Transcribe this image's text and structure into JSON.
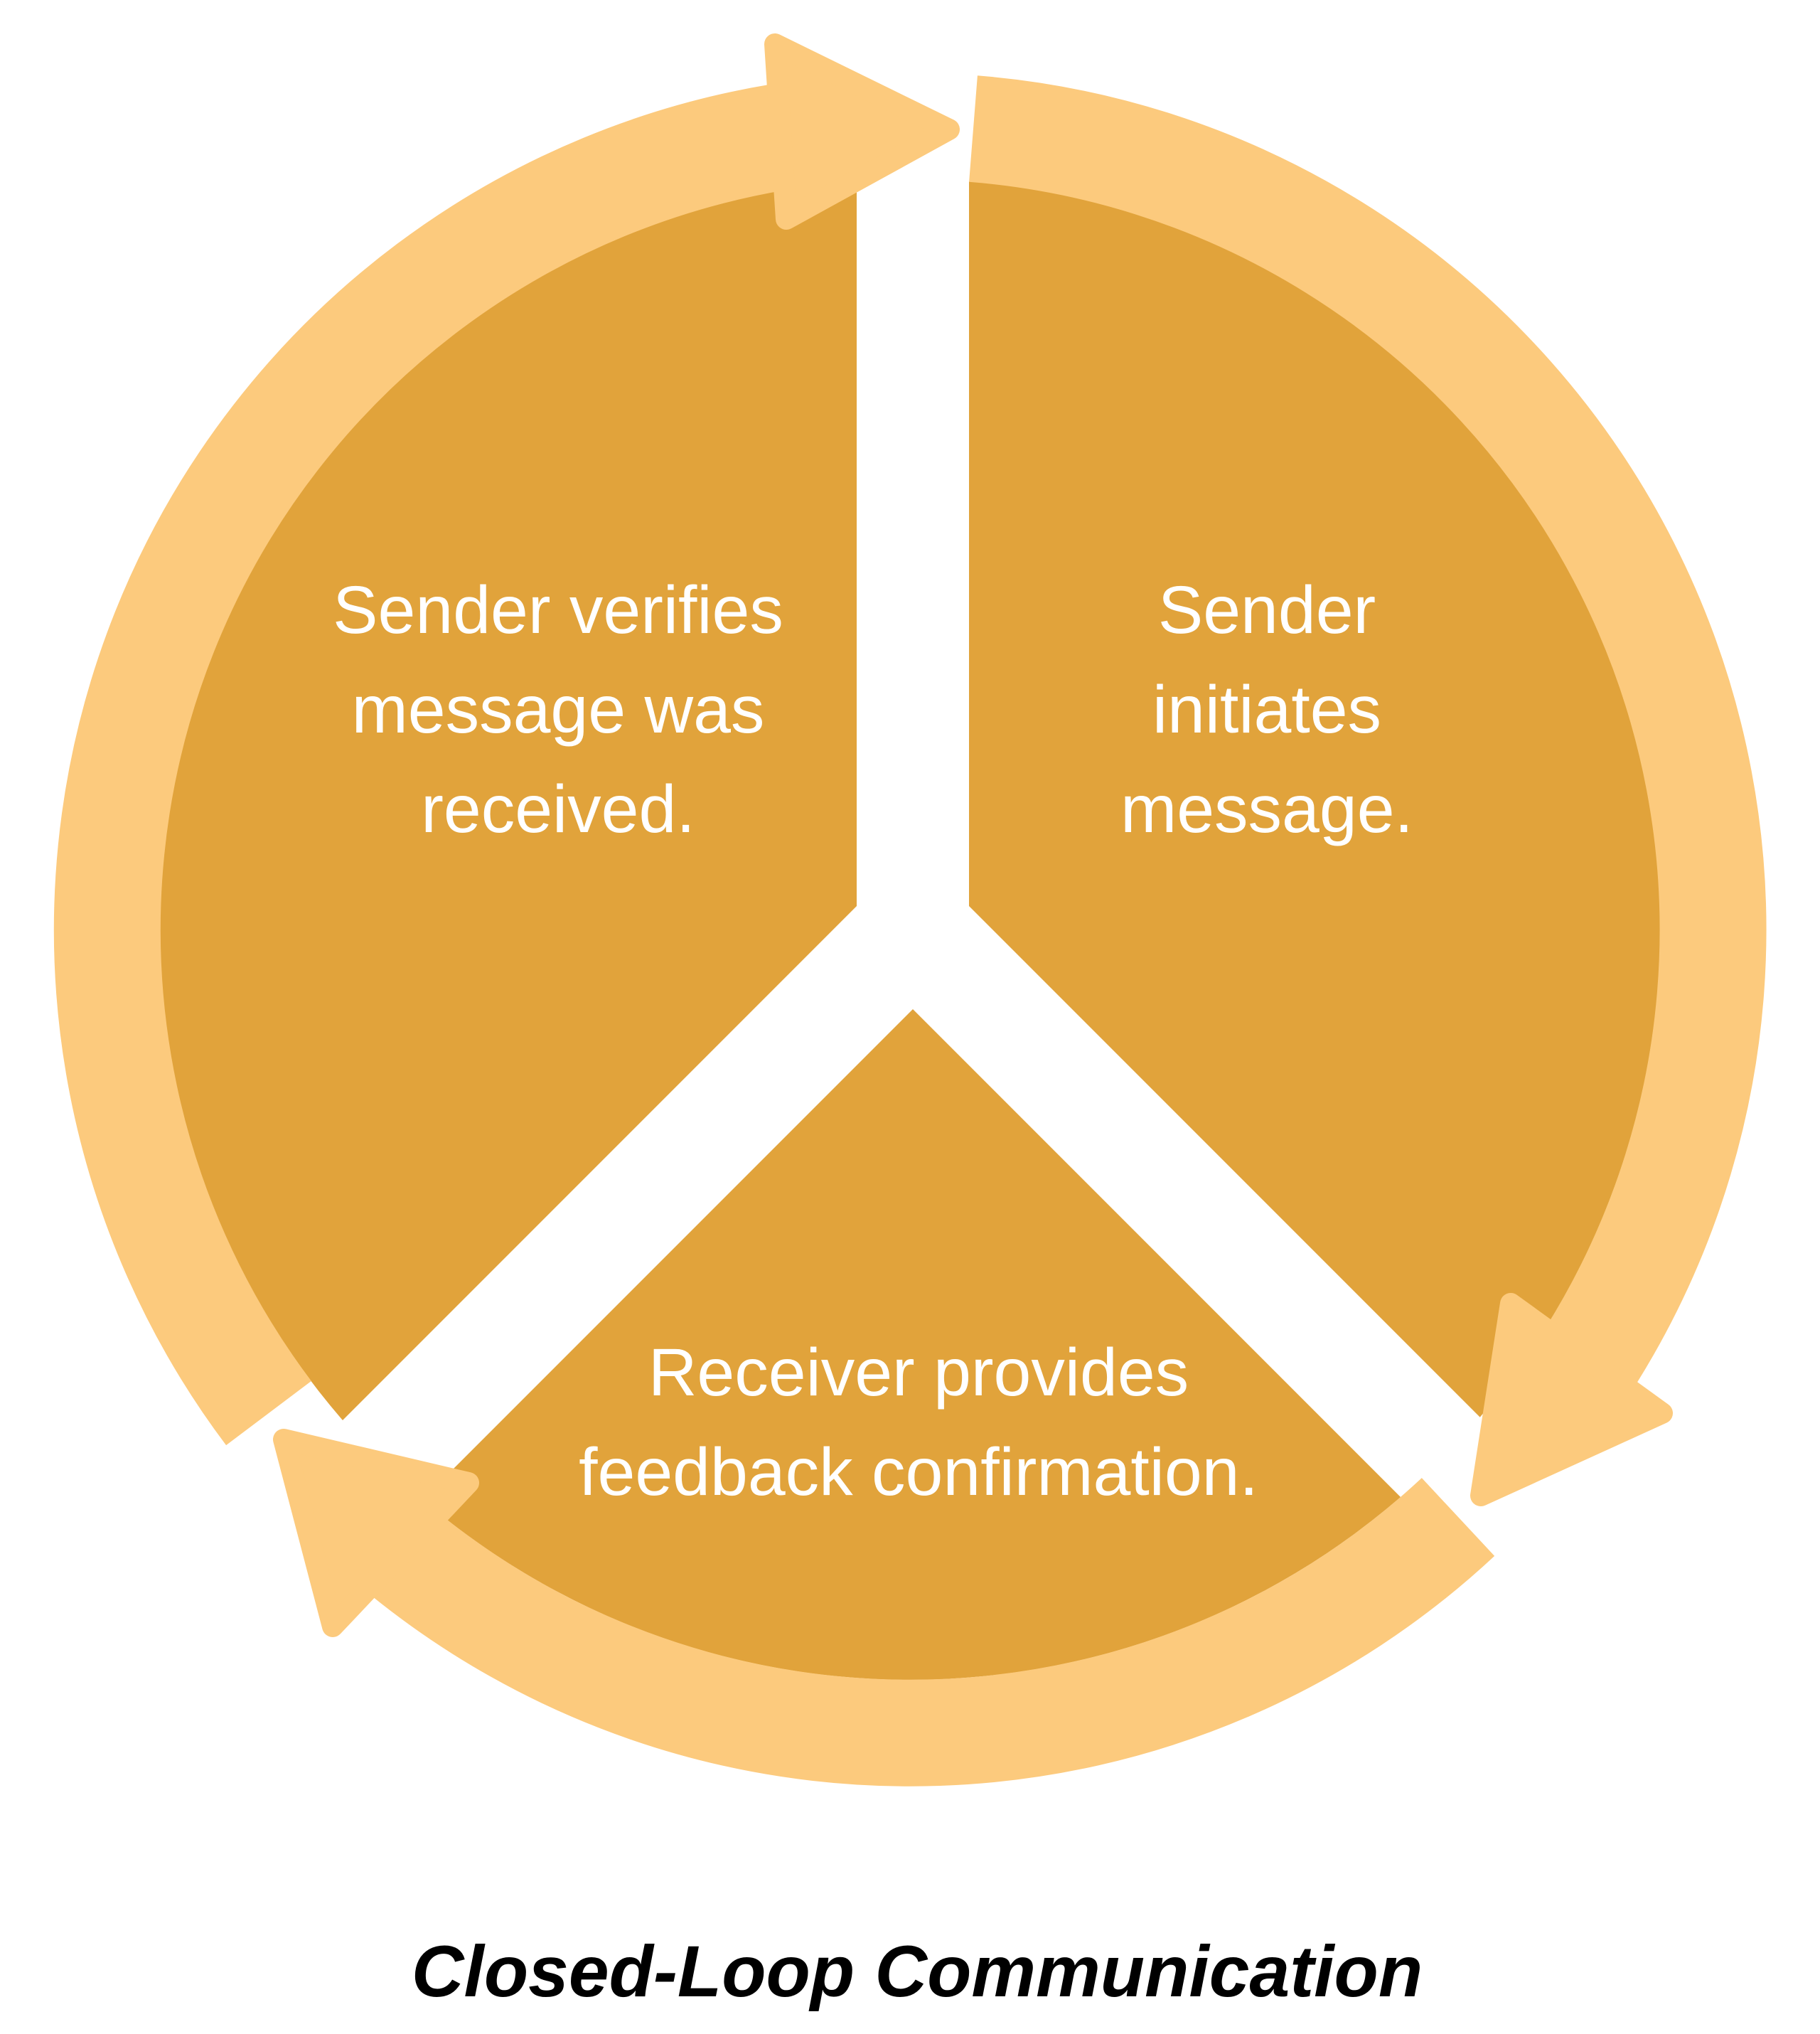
{
  "title": {
    "text": "Closed-Loop Communication"
  },
  "cycle": {
    "type": "cycle-diagram",
    "direction": "clockwise",
    "steps": [
      {
        "position": "right",
        "label": "Sender initiates message.",
        "lines": [
          "Sender",
          "initiates",
          "message."
        ]
      },
      {
        "position": "bottom",
        "label": "Receiver provides feedback confirmation.",
        "lines": [
          "Receiver provides",
          "feedback confirmation."
        ]
      },
      {
        "position": "left",
        "label": "Sender verifies message was received.",
        "lines": [
          "Sender verifies",
          "message was",
          "received."
        ]
      }
    ]
  },
  "colors": {
    "segment": "#E1A33B",
    "ring": "#FCCA7D",
    "background": "#FFFFFF",
    "step_text": "#FFFFFF",
    "title_text": "#000000"
  }
}
